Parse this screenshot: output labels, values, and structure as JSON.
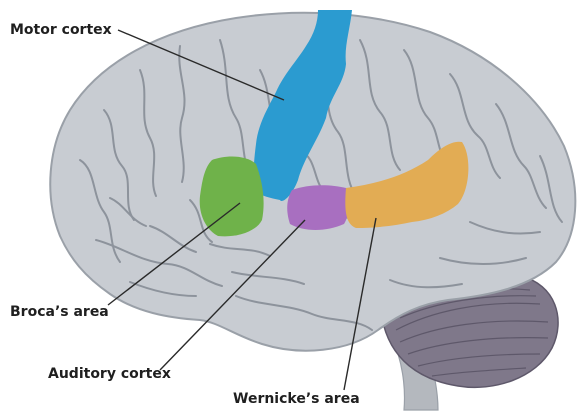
{
  "labels": {
    "motor_cortex": "Motor cortex",
    "brocas_area": "Broca’s area",
    "auditory_cortex": "Auditory cortex",
    "wernickes_area": "Wernicke’s area"
  },
  "colors": {
    "brain": "#c8ccd2",
    "brain_outline": "#9aa0a8",
    "sulci": "#8d939c",
    "cerebellum": "#7f788a",
    "brainstem": "#b4b8be",
    "motor_cortex": "#2b9bd0",
    "brocas_area": "#6fb24a",
    "auditory_cortex": "#a86fc0",
    "wernickes_area": "#e2ac54",
    "leader_line": "#2a2a2a"
  }
}
